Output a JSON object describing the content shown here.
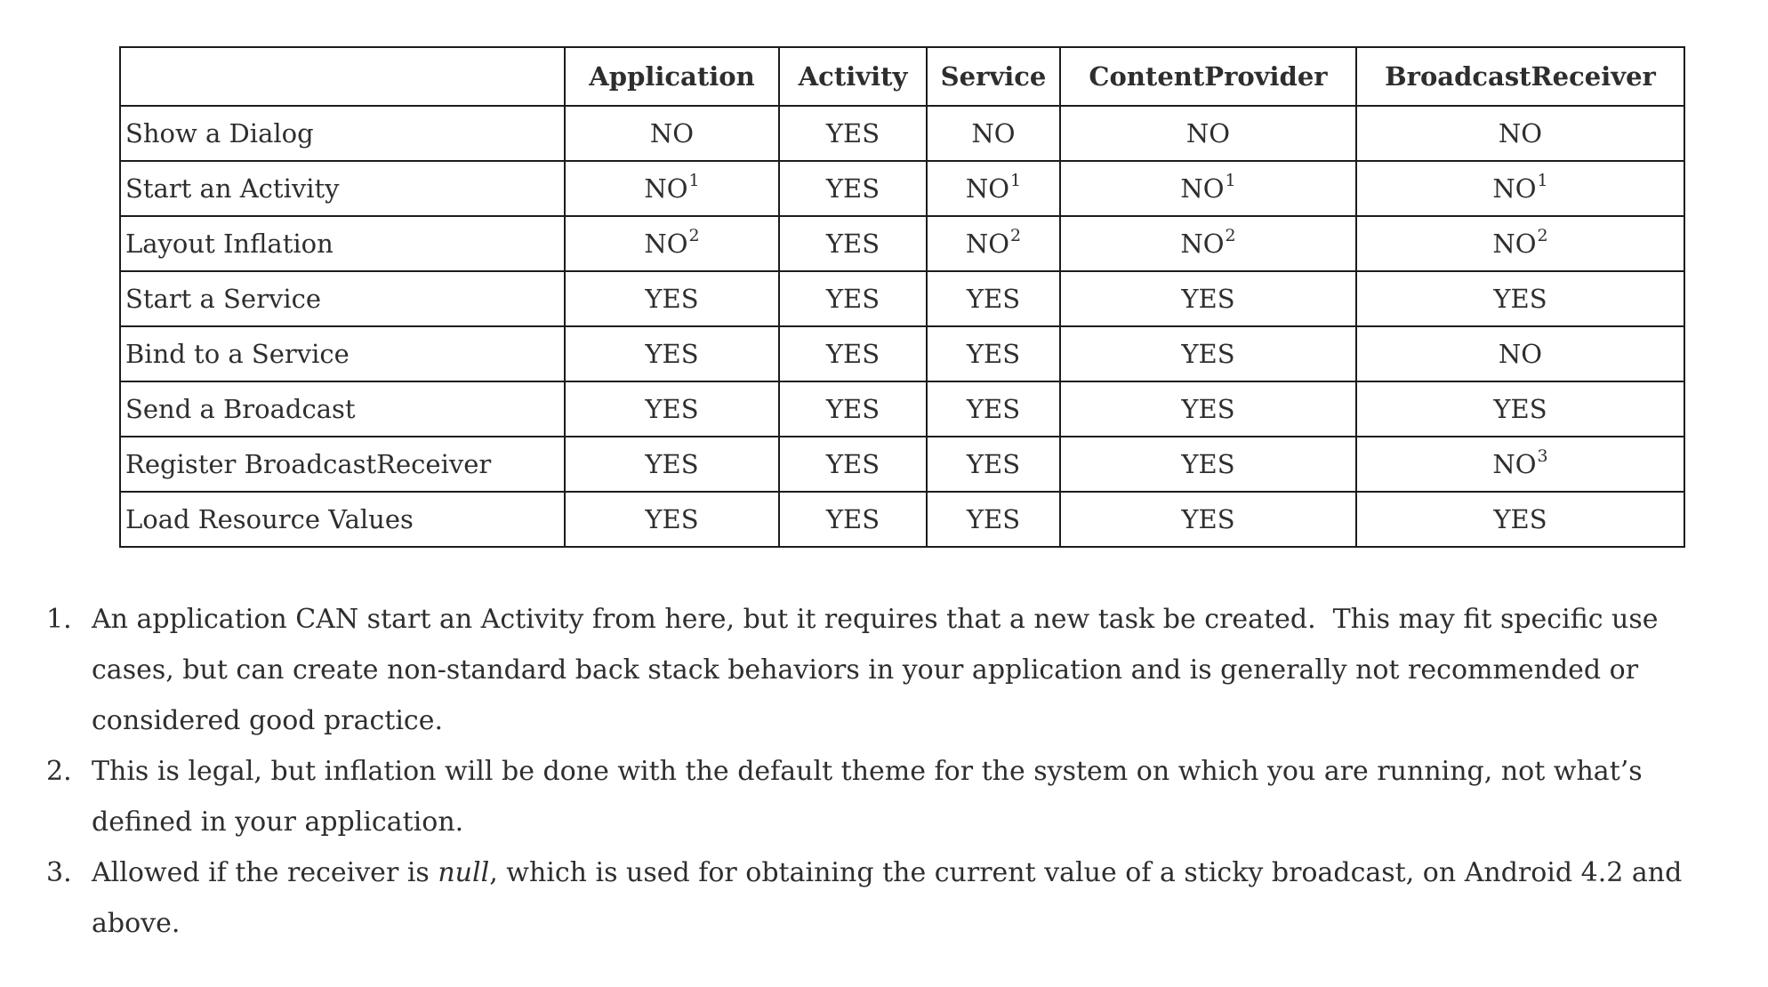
{
  "colors": {
    "background": "#ffffff",
    "text": "#2e2e2e",
    "table_border": "#1c1c1c"
  },
  "table": {
    "columns": [
      "",
      "Application",
      "Activity",
      "Service",
      "ContentProvider",
      "BroadcastReceiver"
    ],
    "rows": [
      {
        "label": "Show a Dialog",
        "cells": [
          {
            "text": "NO"
          },
          {
            "text": "YES"
          },
          {
            "text": "NO"
          },
          {
            "text": "NO"
          },
          {
            "text": "NO"
          }
        ]
      },
      {
        "label": "Start an Activity",
        "cells": [
          {
            "text": "NO",
            "sup": "1"
          },
          {
            "text": "YES"
          },
          {
            "text": "NO",
            "sup": "1"
          },
          {
            "text": "NO",
            "sup": "1"
          },
          {
            "text": "NO",
            "sup": "1"
          }
        ]
      },
      {
        "label": "Layout Inflation",
        "cells": [
          {
            "text": "NO",
            "sup": "2"
          },
          {
            "text": "YES"
          },
          {
            "text": "NO",
            "sup": "2"
          },
          {
            "text": "NO",
            "sup": "2"
          },
          {
            "text": "NO",
            "sup": "2"
          }
        ]
      },
      {
        "label": "Start a Service",
        "cells": [
          {
            "text": "YES"
          },
          {
            "text": "YES"
          },
          {
            "text": "YES"
          },
          {
            "text": "YES"
          },
          {
            "text": "YES"
          }
        ]
      },
      {
        "label": "Bind to a Service",
        "cells": [
          {
            "text": "YES"
          },
          {
            "text": "YES"
          },
          {
            "text": "YES"
          },
          {
            "text": "YES"
          },
          {
            "text": "NO"
          }
        ]
      },
      {
        "label": "Send a Broadcast",
        "cells": [
          {
            "text": "YES"
          },
          {
            "text": "YES"
          },
          {
            "text": "YES"
          },
          {
            "text": "YES"
          },
          {
            "text": "YES"
          }
        ]
      },
      {
        "label": "Register BroadcastReceiver",
        "cells": [
          {
            "text": "YES"
          },
          {
            "text": "YES"
          },
          {
            "text": "YES"
          },
          {
            "text": "YES"
          },
          {
            "text": "NO",
            "sup": "3"
          }
        ]
      },
      {
        "label": "Load Resource Values",
        "cells": [
          {
            "text": "YES"
          },
          {
            "text": "YES"
          },
          {
            "text": "YES"
          },
          {
            "text": "YES"
          },
          {
            "text": "YES"
          }
        ]
      }
    ]
  },
  "footnotes": [
    {
      "number": "1.",
      "segments": [
        {
          "text": "An application CAN start an Activity from here, but it requires that a new task be created.  This may fit specific use cases, but can create non-standard back stack behaviors in your application and is generally not recommended or considered good practice."
        }
      ]
    },
    {
      "number": "2.",
      "segments": [
        {
          "text": "This is legal, but inflation will be done with the default theme for the system on which you are running, not what’s defined in your application."
        }
      ]
    },
    {
      "number": "3.",
      "segments": [
        {
          "text": "Allowed if the receiver is "
        },
        {
          "text": "null",
          "italic": true
        },
        {
          "text": ", which is used for obtaining the current value of a sticky broadcast, on Android 4.2 and above."
        }
      ]
    }
  ]
}
